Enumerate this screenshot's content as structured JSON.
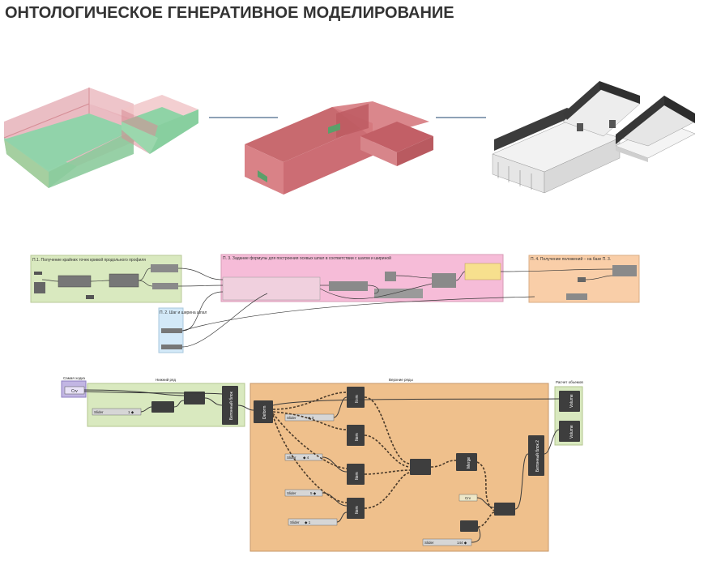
{
  "title": "ОНТОЛОГИЧЕСКОЕ ГЕНЕРАТИВНОЕ МОДЕЛИРОВАНИЕ",
  "colors": {
    "title": "#333333",
    "stage_green": "#8fd1a8",
    "stage_red": "#d9757a",
    "group_green": "#d6e7b8",
    "group_pink": "#f4b9d6",
    "group_peach": "#f9cda6",
    "group_blue": "#cfe6f7",
    "group_orange": "#efc08c",
    "wire": "#3a3a3a",
    "node": "#3e3e3e"
  },
  "stages": [
    {
      "name": "massing-zones",
      "icon": "massing-green-icon"
    },
    {
      "name": "massing-volumes",
      "icon": "massing-red-icon"
    },
    {
      "name": "building-model",
      "icon": "building-model-icon"
    }
  ],
  "top_graph": {
    "groups": {
      "g1": "П.1. Получение крайних точек кривой продольного профиля",
      "g2": "П. 2. Шаг и ширина шпал",
      "g3": "П. 3. Задание формулы для построения осевых шпал в соответствии с шагом и шириной",
      "g4": "П. 4. Получение положений – на базе П. 3."
    }
  },
  "bottom_graph": {
    "groups": {
      "source": "Самая ходка",
      "lower": "Нижний ряд",
      "upper": "Верхние ряды",
      "volume": "Расчет объемов"
    },
    "nodes": {
      "source_crv": "Crv",
      "beton_left": "Бетонный блок",
      "beton_right": "Бетонный блок 2",
      "deform": "Deform",
      "item": "Item",
      "item2": "Item",
      "item3": "Item",
      "item4": "Item",
      "merge": "Merge",
      "volume_top": "Volume",
      "volume_bottom": "Volume",
      "crv_mid": "Crv"
    },
    "sliders": {
      "s_lower_label": "Slider",
      "s_lower_val": "1 ◆",
      "s_item_label": "Slider",
      "s_item_val": "◆ 3",
      "s_a_label": "Slider",
      "s_a_val": "◆ 4",
      "s_b_label": "Slider",
      "s_b_val": "5 ◆",
      "s_c_label": "Slider",
      "s_c_val": "◆ 1",
      "s_bottom_label": "Slider",
      "s_bottom_val": "144 ◆"
    }
  }
}
